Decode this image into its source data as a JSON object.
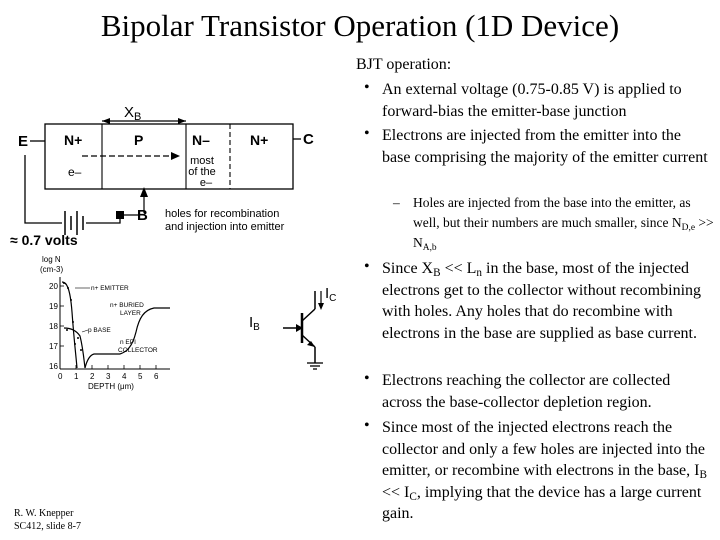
{
  "title": "Bipolar Transistor Operation (1D Device)",
  "device_diagram": {
    "terminal_e": "E",
    "terminal_c": "C",
    "terminal_b": "B",
    "region_n_plus_left": "N+",
    "region_p": "P",
    "region_n_minus": "N–",
    "region_n_plus_right": "N+",
    "electron_label": "e–",
    "xb_label": "X",
    "xb_sub": "B",
    "most_line1": "most",
    "most_line2": "of the",
    "most_line3": "e–",
    "holes_line1": "holes for recombination",
    "holes_line2": "and injection into emitter",
    "voltage_label": "≈ 0.7 volts"
  },
  "doping_chart": {
    "ylabel_line1": "log N",
    "ylabel_line2": "(cm-3)",
    "y_ticks": [
      "20",
      "19",
      "18",
      "17",
      "16"
    ],
    "x_ticks": [
      "0",
      "1",
      "2",
      "3",
      "4",
      "5",
      "6"
    ],
    "xlabel": "DEPTH (μm)",
    "emitter_label": "n+ EMITTER",
    "buried_line1": "n+ BURIED",
    "buried_line2": "LAYER",
    "base_label": "p BASE",
    "epi_line1": "n EPI",
    "epi_line2": "COLLECTOR"
  },
  "symbol": {
    "ib_main": "I",
    "ib_sub": "B",
    "ic_main": "I",
    "ic_sub": "C"
  },
  "content": {
    "heading": "BJT operation:",
    "bullet_marker": "•",
    "dash_marker": "–",
    "b1": "An external voltage (0.75-0.85 V) is applied to forward-bias the emitter-base junction",
    "b2": "Electrons are injected from the emitter into the base comprising the majority of the emitter current",
    "sub1_text": "Holes are injected from the base into the emitter, as well, but their numbers are much smaller, since N",
    "sub1_s1": "D,e",
    "sub1_mid": " >> N",
    "sub1_s2": "A,b",
    "b3_a": "Since X",
    "b3_s1": "B",
    "b3_b": " << L",
    "b3_s2": "n",
    "b3_c": " in the base, most of the injected electrons get to the collector without recombining with holes.  Any holes that do recombine with electrons in the base are supplied as base current.",
    "b4": "Electrons reaching the collector are collected across the base-collector depletion region.",
    "b5_a": "Since most of the injected electrons reach the collector and only a few holes are injected into the emitter, or recombine with electrons in the base, I",
    "b5_s1": "B",
    "b5_b": " << I",
    "b5_s2": "C",
    "b5_c": ", implying that the device has a large current gain."
  },
  "footer": {
    "author": "R. W. Knepper",
    "course": "SC412, slide 8-7"
  }
}
